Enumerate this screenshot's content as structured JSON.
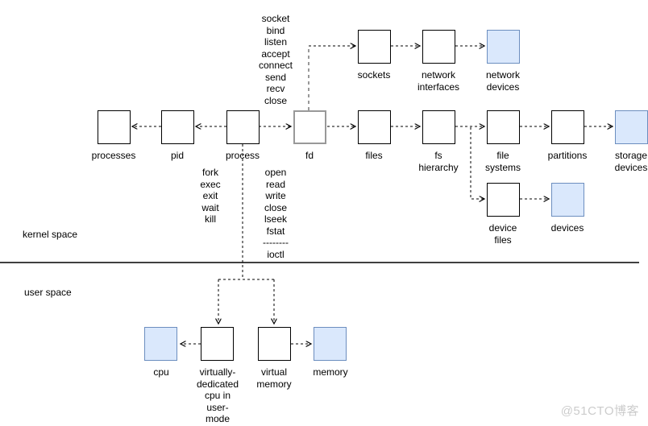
{
  "watermark": "@51CTO博客",
  "regions": {
    "kernel": "kernel space",
    "user": "user space"
  },
  "colors": {
    "background": "#ffffff",
    "box_border": "#000000",
    "box_fill": "#ffffff",
    "blue_fill": "#dae8fc",
    "blue_border": "#6c8ebf",
    "fd_border": "#999999",
    "connector": "#000000",
    "fd_connector_gray": "#999999",
    "watermark_color": "#cccccc"
  },
  "nodes": {
    "processes": {
      "label": "processes"
    },
    "pid": {
      "label": "pid"
    },
    "process": {
      "label": "process"
    },
    "fd": {
      "label": "fd"
    },
    "files": {
      "label": "files"
    },
    "fs_hierarchy": {
      "label": "fs\nhierarchy"
    },
    "file_systems": {
      "label": "file\nsystems"
    },
    "partitions": {
      "label": "partitions"
    },
    "storage_devices": {
      "label": "storage\ndevices"
    },
    "sockets": {
      "label": "sockets"
    },
    "network_interfaces": {
      "label": "network\ninterfaces"
    },
    "network_devices": {
      "label": "network\ndevices"
    },
    "device_files": {
      "label": "device\nfiles"
    },
    "devices": {
      "label": "devices"
    },
    "cpu": {
      "label": "cpu"
    },
    "virtual_cpu": {
      "label": "virtually-\ndedicated\ncpu in\nuser-\nmode"
    },
    "virtual_memory": {
      "label": "virtual\nmemory"
    },
    "memory": {
      "label": "memory"
    }
  },
  "annotations": {
    "socket_calls": "socket\nbind\nlisten\naccept\nconnect\nsend\nrecv\nclose",
    "process_calls": "fork\nexec\nexit\nwait\nkill",
    "file_calls": "open\nread\nwrite\nclose\nlseek\nfstat\n--------\nioctl"
  }
}
